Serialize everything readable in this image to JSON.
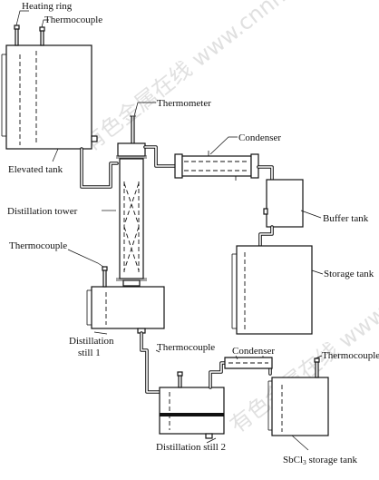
{
  "labels": {
    "heating_ring": "Heating ring",
    "thermocouple_top": "Thermocouple",
    "thermometer": "Thermometer",
    "condenser_top": "Condenser",
    "elevated_tank": "Elevated tank",
    "distillation_tower": "Distillation tower",
    "buffer_tank": "Buffer tank",
    "thermocouple_left": "Thermocouple",
    "storage_tank": "Storage tank",
    "distillation_still_1_line1": "Distillation",
    "distillation_still_1_line2": "still 1",
    "thermocouple_mid": "Thermocouple",
    "condenser_bottom": "Condenser",
    "thermocouple_right": "Thermocouple",
    "distillation_still_2": "Distillation still 2",
    "sbcl3_prefix": "SbCl",
    "sbcl3_subscript": "3",
    "sbcl3_suffix": " storage tank"
  },
  "watermark": {
    "text_top": "有色金属在线 www.cnnmol.com",
    "text_bottom": "有色金属在线 www.cnnmol.com"
  }
}
